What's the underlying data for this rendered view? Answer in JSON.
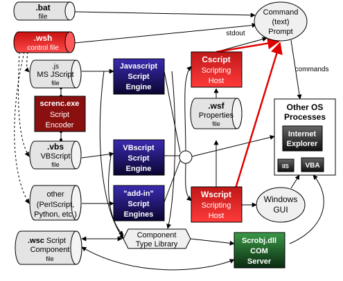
{
  "nodes": {
    "bat": {
      "name": ".bat",
      "sub": "file"
    },
    "wsh": {
      "name": ".wsh",
      "sub": "control file"
    },
    "js": {
      "name": ".js",
      "sub1": "MS JScript",
      "sub2": "file"
    },
    "encoder": {
      "l1": "screnc.exe",
      "l2": "Script",
      "l3": "Encoder"
    },
    "vbs": {
      "name": ".vbs",
      "sub1": "VBScript",
      "sub2": "file"
    },
    "other": {
      "l1": "other",
      "l2": "(PerlScript,",
      "l3": "Python, etc.)"
    },
    "wsc": {
      "name": ".wsc",
      "name2": "Script",
      "sub1": "Component",
      "sub2": "file"
    },
    "js_engine": {
      "l1": "Javascript",
      "l2": "Script",
      "l3": "Engine"
    },
    "vb_engine": {
      "l1": "VBscript",
      "l2": "Script",
      "l3": "Engine"
    },
    "addin_engine": {
      "l1": "\"add-in\"",
      "l2": "Script",
      "l3": "Engines"
    },
    "cscript": {
      "l1": "Cscript",
      "l2": "Scripting",
      "l3": "Host"
    },
    "wsf": {
      "name": ".wsf",
      "sub1": "Properties",
      "sub2": "file"
    },
    "wscript": {
      "l1": "Wscript",
      "l2": "Scripting",
      "l3": "Host"
    },
    "command": {
      "l1": "Command",
      "l2": "(text)",
      "l3": "Prompt"
    },
    "os": {
      "l1": "Other OS",
      "l2": "Processes",
      "ie1": "Internet",
      "ie2": "Explorer",
      "iis": "IIS",
      "vba": "VBA"
    },
    "gui": {
      "l1": "Windows",
      "l2": "GUI"
    },
    "typelib": {
      "l1": "Component",
      "l2": "Type Library"
    },
    "scrobj": {
      "l1": "Scrobj.dll",
      "l2": "COM",
      "l3": "Server"
    }
  },
  "labels": {
    "stdout": "stdout",
    "commands": "commands"
  },
  "colors": {
    "engine_blue": "#2a1c8c",
    "host_red": "#e8262b",
    "encoder_red": "#8a1010",
    "server_green": "#1e6a2a",
    "file_gray": "#e4e4e4",
    "red_arrow": "#e00000"
  }
}
